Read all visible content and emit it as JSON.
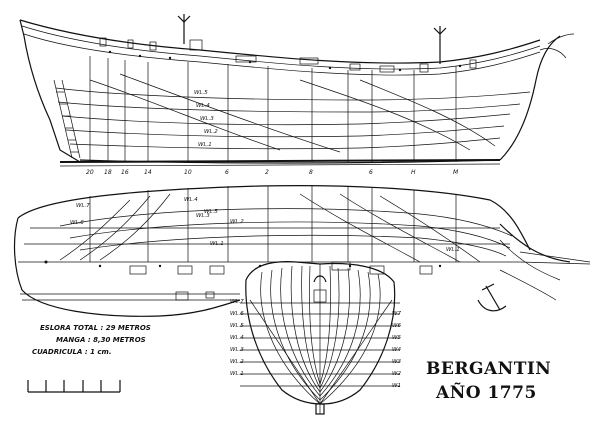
{
  "title": "BERGANTIN",
  "year": "AÑO 1775",
  "specs": {
    "eslora": "ESLORA TOTAL : 29 METROS",
    "manga": "MANGA : 8,30 METROS",
    "cuadricula": "CUADRICULA : 1 cm."
  },
  "profile_waterlines": [
    "WL.5",
    "WL.4",
    "WL.3",
    "WL.2",
    "WL.1"
  ],
  "plan_waterlines": [
    "WL.7",
    "WL.6",
    "WL.5",
    "WL.4",
    "WL.3",
    "WL.2",
    "WL.1"
  ],
  "station_numbers": [
    "20",
    "18",
    "16",
    "14",
    "10",
    "6",
    "2",
    "8",
    "6",
    "H",
    "M"
  ],
  "section_left_labels": [
    "WL.7",
    "WL.6",
    "WL.5",
    "WL.4",
    "WL.3",
    "WL.2",
    "WL.1"
  ],
  "section_right_labels": [
    "W7",
    "W6",
    "W5",
    "W4",
    "W3",
    "W2",
    "W1"
  ]
}
